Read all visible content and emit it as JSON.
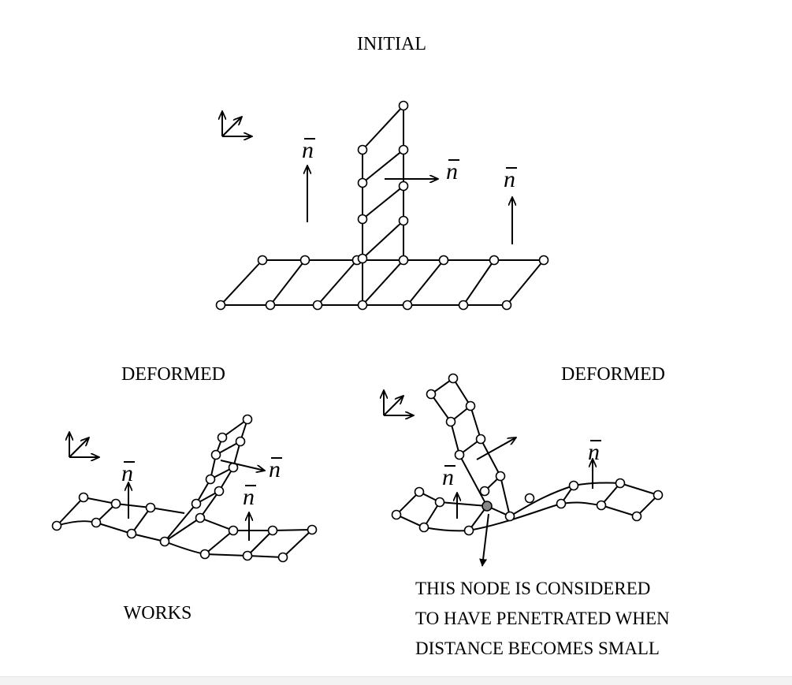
{
  "titles": {
    "initial": "INITIAL",
    "deformed_left": "DEFORMED",
    "deformed_right": "DEFORMED",
    "works": "WORKS"
  },
  "normal_label": "n",
  "caption": [
    "THIS NODE IS CONSIDERED",
    "TO HAVE PENETRATED WHEN",
    "DISTANCE BECOMES SMALL"
  ],
  "colors": {
    "ink": "#000000",
    "penetrated_node": "#888888"
  }
}
